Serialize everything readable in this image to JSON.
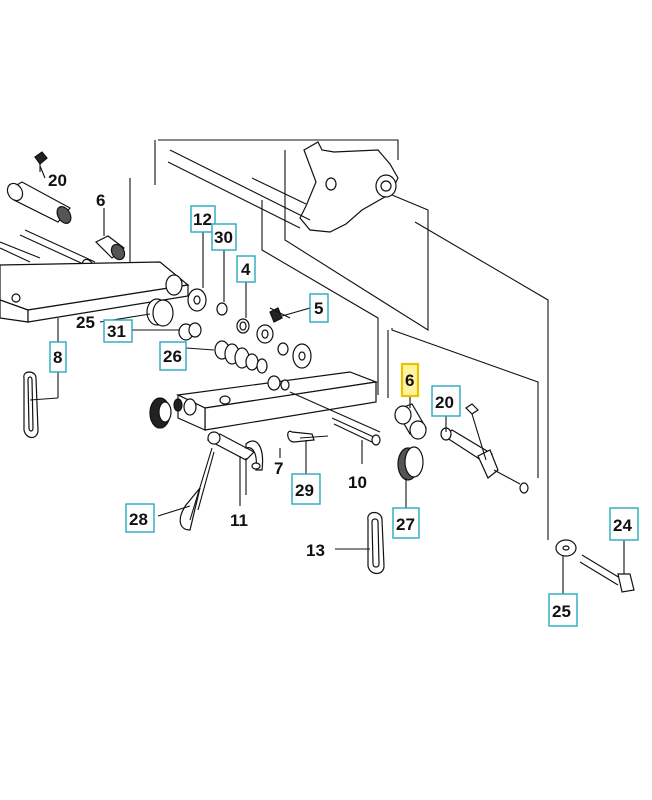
{
  "diagram": {
    "callouts": [
      {
        "id": "c20a",
        "text": "20",
        "boxed": false
      },
      {
        "id": "c6a",
        "text": "6",
        "boxed": false
      },
      {
        "id": "c12",
        "text": "12",
        "boxed": true
      },
      {
        "id": "c30",
        "text": "30",
        "boxed": true
      },
      {
        "id": "c4",
        "text": "4",
        "boxed": true
      },
      {
        "id": "c5",
        "text": "5",
        "boxed": true
      },
      {
        "id": "c25a",
        "text": "25",
        "boxed": false
      },
      {
        "id": "c31",
        "text": "31",
        "boxed": true
      },
      {
        "id": "c26",
        "text": "26",
        "boxed": true
      },
      {
        "id": "c8",
        "text": "8",
        "boxed": true
      },
      {
        "id": "c6b",
        "text": "6",
        "boxed": true,
        "highlighted": true
      },
      {
        "id": "c20b",
        "text": "20",
        "boxed": true
      },
      {
        "id": "c7",
        "text": "7",
        "boxed": false
      },
      {
        "id": "c29",
        "text": "29",
        "boxed": true
      },
      {
        "id": "c10",
        "text": "10",
        "boxed": false
      },
      {
        "id": "c27",
        "text": "27",
        "boxed": true
      },
      {
        "id": "c28",
        "text": "28",
        "boxed": true
      },
      {
        "id": "c11",
        "text": "11",
        "boxed": false
      },
      {
        "id": "c13",
        "text": "13",
        "boxed": false
      },
      {
        "id": "c24",
        "text": "24",
        "boxed": true
      },
      {
        "id": "c25b",
        "text": "25",
        "boxed": true
      }
    ],
    "colors": {
      "callout_border": "#29a8c2",
      "highlight_fill": "#fff3a0",
      "highlight_border": "#e8c400",
      "line": "#111111"
    }
  }
}
